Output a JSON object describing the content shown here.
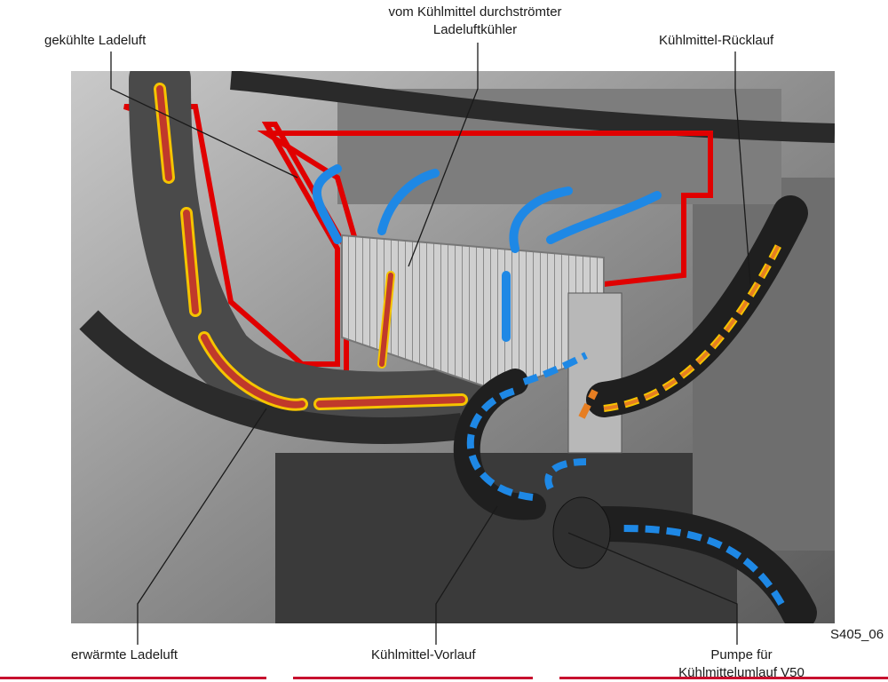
{
  "labels": {
    "cooled_air": "gekühlte Ladeluft",
    "cooler_line1": "vom Kühlmittel durchströmter",
    "cooler_line2": "Ladeluftkühler",
    "return": "Kühlmittel-Rücklauf",
    "warm_air": "erwärmte Ladeluft",
    "supply": "Kühlmittel-Vorlauf",
    "pump_line1": "Pumpe für",
    "pump_line2": "Kühlmittelumlauf V50",
    "figure_code": "S405_06"
  },
  "colors": {
    "charge_air_hot": "#c0392b",
    "charge_air_outline": "#f5c400",
    "coolant_cold": "#1e88e5",
    "coolant_return": "#e67e22",
    "housing_outline": "#e00000",
    "engine_dark": "#2b2b2b",
    "engine_grey": "#9a9a9a"
  }
}
